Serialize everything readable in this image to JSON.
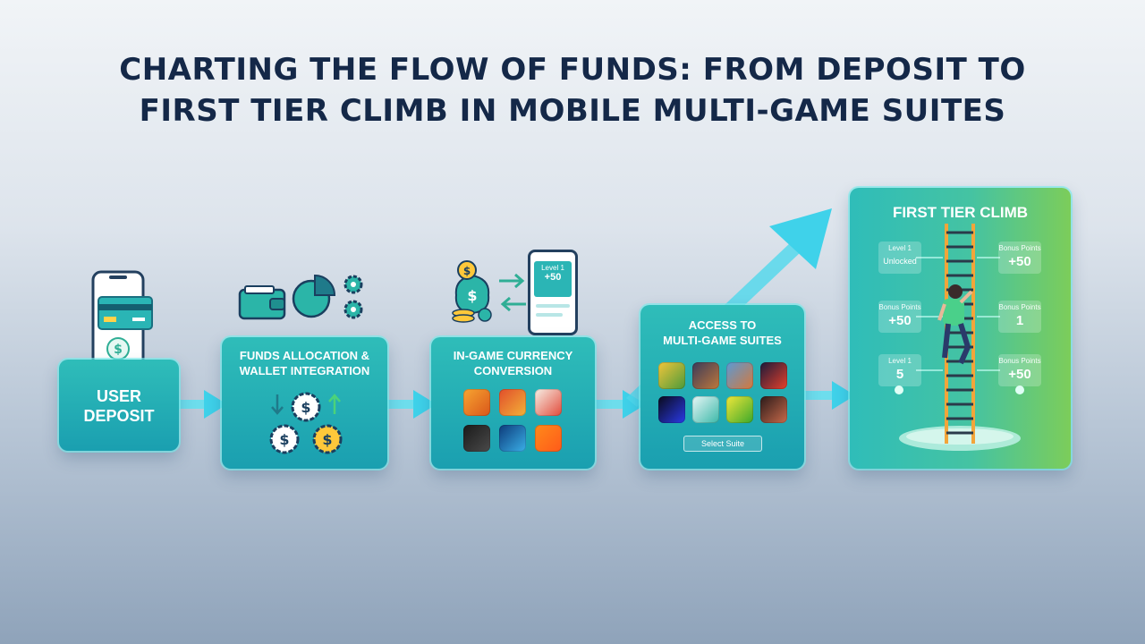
{
  "title_line1": "CHARTING THE FLOW OF FUNDS: FROM DEPOSIT TO",
  "title_line2": "FIRST TIER CLIMB IN MOBILE MULTI-GAME SUITES",
  "steps": {
    "deposit": {
      "line1": "USER",
      "line2": "DEPOSIT"
    },
    "allocation": {
      "line1": "FUNDS ALLOCATION &",
      "line2": "WALLET INTEGRATION"
    },
    "conversion": {
      "line1": "IN-GAME CURRENCY",
      "line2": "CONVERSION",
      "phone_level": "Level 1",
      "phone_value": "+50"
    },
    "access": {
      "line1": "ACCESS TO",
      "line2": "MULTI-GAME SUITES",
      "button": "Select Suite"
    },
    "climb": {
      "title": "FIRST TIER CLIMB",
      "left_labels": [
        {
          "small": "Level 1",
          "value": "Unlocked"
        },
        {
          "small": "Bonus Points",
          "value": "+50"
        },
        {
          "small": "Level 1",
          "value": "5"
        }
      ],
      "right_labels": [
        {
          "small": "Bonus Points",
          "value": "+50"
        },
        {
          "small": "Bonus Points",
          "value": "1"
        },
        {
          "small": "Bonus Points",
          "value": "+50"
        }
      ]
    }
  },
  "icons": {
    "currency": "dollar-coin-icon",
    "wallet": "wallet-icon",
    "chart": "pie-chart-icon",
    "settings": "gear-icon",
    "phone": "phone-icon",
    "card": "credit-card-icon"
  },
  "colors": {
    "title": "#142848",
    "card_top": "#2fbdb9",
    "card_bottom": "#1a9fb0",
    "arrow": "#5fe0f0",
    "climb_end": "#7ccd5a",
    "icon_dark": "#1f7a8a"
  }
}
